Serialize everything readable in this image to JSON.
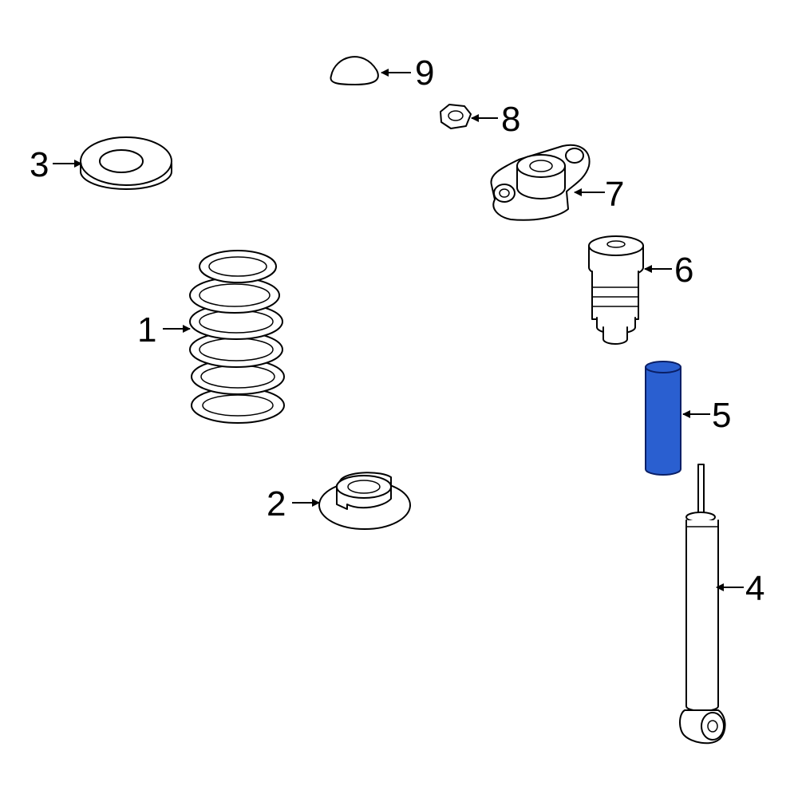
{
  "colors": {
    "line": "#000000",
    "background": "#ffffff",
    "highlight_fill": "#2a5fd0",
    "highlight_stroke": "#0a1f66"
  },
  "highlighted_part": "5",
  "callouts": [
    {
      "id": "1",
      "label": "1",
      "part": "coil-spring"
    },
    {
      "id": "2",
      "label": "2",
      "part": "lower-spring-seat"
    },
    {
      "id": "3",
      "label": "3",
      "part": "upper-spring-insulator"
    },
    {
      "id": "4",
      "label": "4",
      "part": "shock-absorber"
    },
    {
      "id": "5",
      "label": "5",
      "part": "dust-boot"
    },
    {
      "id": "6",
      "label": "6",
      "part": "bump-stop"
    },
    {
      "id": "7",
      "label": "7",
      "part": "upper-mount"
    },
    {
      "id": "8",
      "label": "8",
      "part": "nut"
    },
    {
      "id": "9",
      "label": "9",
      "part": "cap"
    }
  ]
}
